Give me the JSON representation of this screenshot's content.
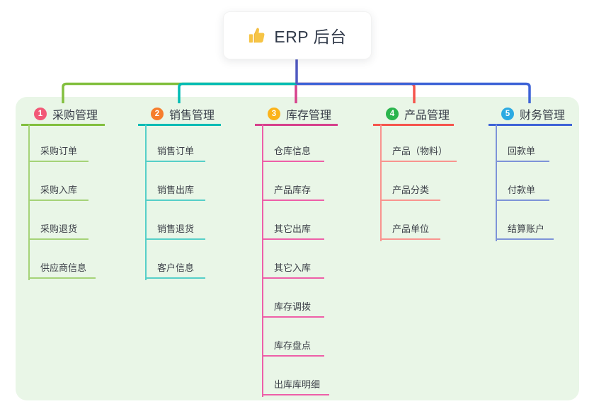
{
  "root": {
    "title": "ERP 后台",
    "icon": "thumbs-up"
  },
  "colors": {
    "panel": "#e9f6e7",
    "trunk": "#5059c1",
    "b1_main": "#82bf3e",
    "b1_child": "#a5d378",
    "b1_badge": "#f25977",
    "b2_main": "#00bcb4",
    "b2_child": "#56cfc8",
    "b2_badge": "#f67d2c",
    "b3_main": "#d6418c",
    "b3_child": "#ee5fa8",
    "b3_badge": "#fbb31b",
    "b4_main": "#f5554d",
    "b4_child": "#f9948f",
    "b4_badge": "#2ab54d",
    "b5_main": "#3e63d7",
    "b5_child": "#7d93d8",
    "b5_badge": "#2caae2"
  },
  "branches": [
    {
      "badge": "1",
      "title": "采购管理",
      "children": [
        "采购订单",
        "采购入库",
        "采购退货",
        "供应商信息"
      ]
    },
    {
      "badge": "2",
      "title": "销售管理",
      "children": [
        "销售订单",
        "销售出库",
        "销售退货",
        "客户信息"
      ]
    },
    {
      "badge": "3",
      "title": "库存管理",
      "children": [
        "仓库信息",
        "产品库存",
        "其它出库",
        "其它入库",
        "库存调拨",
        "库存盘点",
        "出库库明细"
      ]
    },
    {
      "badge": "4",
      "title": "产品管理",
      "children": [
        "产品（物料）",
        "产品分类",
        "产品单位"
      ]
    },
    {
      "badge": "5",
      "title": "财务管理",
      "children": [
        "回款单",
        "付款单",
        "结算账户"
      ]
    }
  ]
}
